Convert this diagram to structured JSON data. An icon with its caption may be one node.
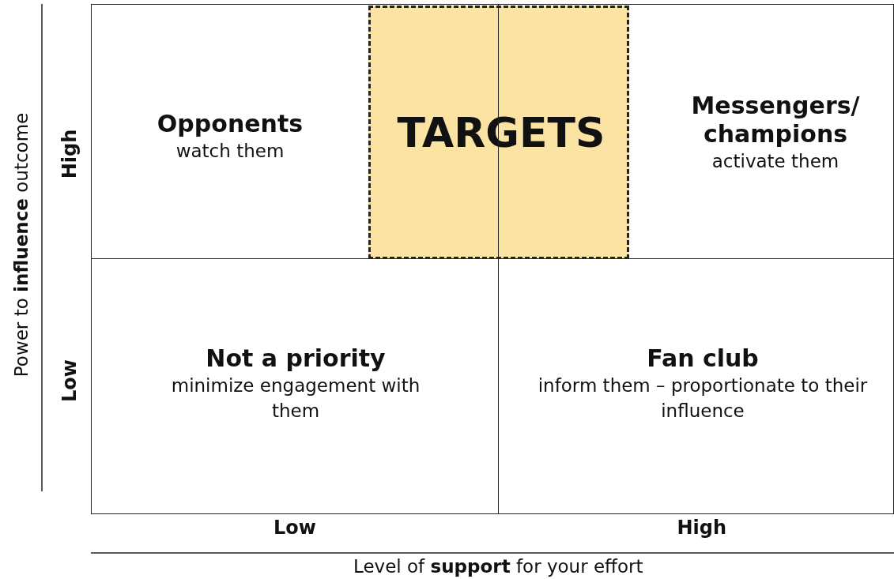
{
  "diagram": {
    "nodes": [
      {
        "text": [
          "Opponents",
          "watch them"
        ]
      },
      {
        "text": [
          "Messengers/ champions",
          "activate them"
        ]
      },
      {
        "text": [
          "Not a priority",
          "minimize engagement with them"
        ]
      },
      {
        "text": [
          "Fan club",
          "inform them – proportionate to their influence"
        ]
      },
      {
        "text": [
          "TARGETS"
        ]
      }
    ],
    "edges": [],
    "labels": [
      "Power to **influence** outcome",
      "High",
      "Low",
      "Low",
      "High",
      "Level of **support** for your effort"
    ]
  }
}
